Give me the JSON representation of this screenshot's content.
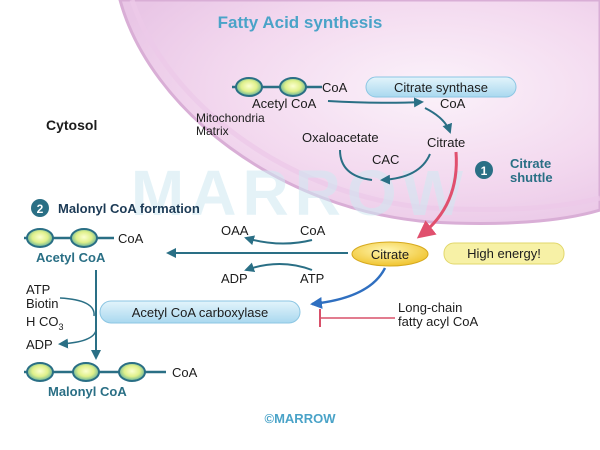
{
  "title": "Fatty Acid synthesis",
  "cytosol_label": "Cytosol",
  "mito": {
    "label_line1": "Mitochondria",
    "label_line2": "Matrix",
    "acetyl_coa_coa": "CoA",
    "acetyl_coa_name": "Acetyl CoA",
    "enzyme": "Citrate synthase",
    "coa_out": "CoA",
    "citrate": "Citrate",
    "oxaloacetate": "Oxaloacetate",
    "cycle": "CAC"
  },
  "step1": {
    "number": "1",
    "line1": "Citrate",
    "line2": "shuttle"
  },
  "step2": {
    "number": "2",
    "label": "Malonyl CoA formation"
  },
  "cytosol": {
    "citrate": "Citrate",
    "high_energy": "High energy!",
    "oaa": "OAA",
    "coa_in": "CoA",
    "adp": "ADP",
    "atp": "ATP",
    "acetyl_coa_coa": "CoA",
    "acetyl_coa_name": "Acetyl CoA",
    "cofactor_atp": "ATP",
    "cofactor_biotin": "Biotin",
    "cofactor_hco3_main": "H CO",
    "cofactor_hco3_sub": "3",
    "cofactor_adp": "ADP",
    "enzyme": "Acetyl CoA carboxylase",
    "inhibitor_line1": "Long-chain",
    "inhibitor_line2": "fatty acyl CoA",
    "malonyl_coa_coa": "CoA",
    "malonyl_coa_name": "Malonyl CoA"
  },
  "watermark": "MARROW",
  "footer": "©MARROW",
  "colors": {
    "teal": "#2a6f85",
    "title": "#4aa3c8",
    "enzyme_pill": "#bfe3f4",
    "citrate_oval": "#f7d548",
    "high_energy_pill": "#f7f1a6",
    "shuttle_arrow": "#e0506e",
    "inhibit": "#d8506a"
  }
}
